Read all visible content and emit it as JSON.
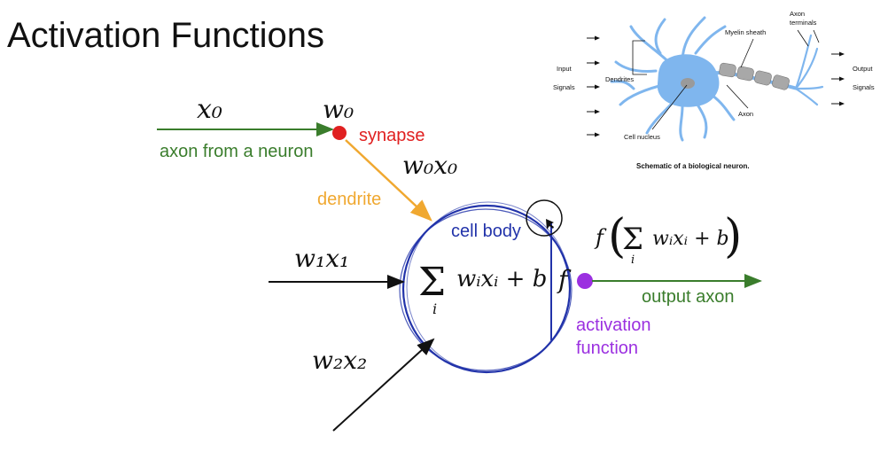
{
  "title": "Activation Functions",
  "colors": {
    "green": "#3a7d2c",
    "red": "#e02020",
    "orange": "#f0a830",
    "blue": "#2233aa",
    "purple": "#9b30e0",
    "black": "#111111",
    "neuron": "#7fb6ee"
  },
  "neuron_diagram": {
    "input_x0": "x0",
    "weight_w0": "w0",
    "synapse_label": "synapse",
    "axon_label": "axon from a neuron",
    "dendrite_label": "dendrite",
    "product_w0x0": "w0x0",
    "product_w1x1": "w1x1",
    "product_w2x2": "w2x2",
    "cell_body_label": "cell body",
    "sum_formula": "Σ wᵢxᵢ + b",
    "sum_subscript": "i",
    "f_symbol": "f",
    "output_formula": "f( Σ wᵢxᵢ + b )",
    "output_axon_label": "output axon",
    "activation_label_line1": "activation",
    "activation_label_line2": "function"
  },
  "bio_schematic": {
    "caption": "Schematic of a biological neuron.",
    "labels": {
      "input": "Input",
      "signals_in": "Signals",
      "dendrites": "Dendrites",
      "cell_nucleus": "Cell nucleus",
      "myelin_sheath": "Myelin sheath",
      "axon": "Axon",
      "axon_terminals_1": "Axon",
      "axon_terminals_2": "terminals",
      "output": "Output",
      "signals_out": "Signals"
    }
  }
}
